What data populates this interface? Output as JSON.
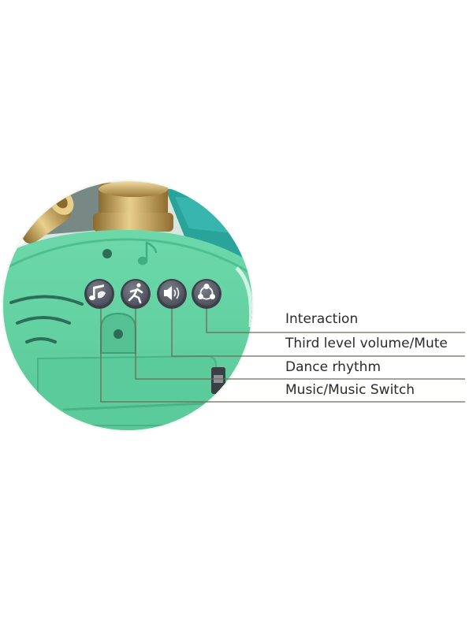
{
  "labels": {
    "interaction": "Interaction",
    "volume": "Third level volume/Mute",
    "dance": "Dance rhythm",
    "music": "Music/Music Switch"
  },
  "colors": {
    "toy_body": "#62d1a2",
    "toy_body_dark": "#4fbf90",
    "button": "#5f6470",
    "leader_line": "#6f6a5a",
    "gold": "#c9a45a"
  },
  "icons": {
    "music": "music-note-icon",
    "dance": "running-figure-icon",
    "volume": "speaker-icon",
    "interaction": "interaction-icon"
  }
}
